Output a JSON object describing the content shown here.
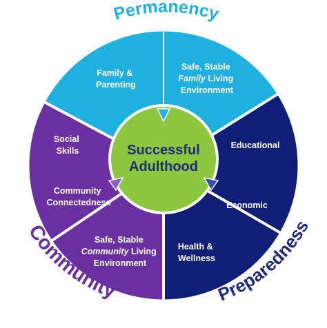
{
  "center": {
    "line1": "Successful",
    "line2": "Adulthood"
  },
  "categories": {
    "permanency": "Permanency",
    "community": "Community",
    "preparedness": "Preparedness"
  },
  "segments": {
    "family_parenting": {
      "line1": "Family &",
      "line2": "Parenting"
    },
    "safe_family": {
      "line1": "Safe, Stable",
      "line2_em": "Family",
      "line2_rest": " Living",
      "line3": "Environment"
    },
    "educational": {
      "line1": "Educational"
    },
    "economic": {
      "line1": "Economic"
    },
    "health_wellness": {
      "line1": "Health &",
      "line2": "Wellness"
    },
    "safe_community": {
      "line1": "Safe, Stable",
      "line2_em": "Community",
      "line2_rest": " Living",
      "line3": "Environment"
    },
    "community_connectedness": {
      "line1": "Community",
      "line2": "Connectedness"
    },
    "social_skills": {
      "line1": "Social",
      "line2": "Skills"
    }
  },
  "colors": {
    "permanency": "#1fb0e0",
    "community": "#6a2fa0",
    "preparedness": "#0f1f78",
    "center": "#8dc63f",
    "center_text": "#1f2a78",
    "permanency_title": "#1fb0e0",
    "community_title": "#6a2fa0",
    "preparedness_title": "#1f2a78"
  },
  "icons": {
    "arrow_top": "arrow-down-icon",
    "arrow_left": "arrow-up-right-icon",
    "arrow_right": "arrow-up-left-icon"
  }
}
